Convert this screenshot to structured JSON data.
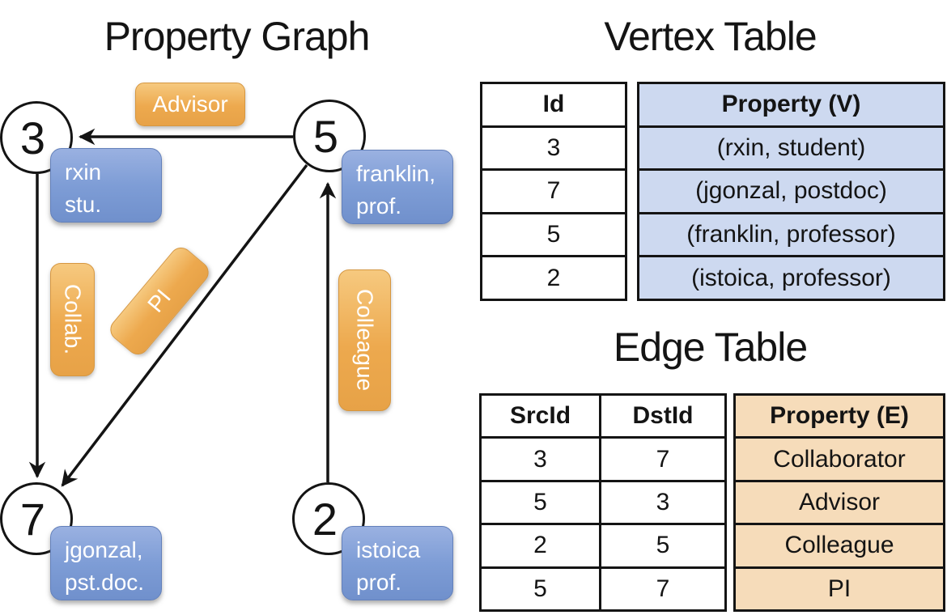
{
  "graph_panel": {
    "title": "Property Graph",
    "nodes": [
      {
        "id": "3",
        "label_lines": [
          "rxin",
          "stu."
        ]
      },
      {
        "id": "5",
        "label_lines": [
          "franklin,",
          "prof."
        ]
      },
      {
        "id": "7",
        "label_lines": [
          "jgonzal,",
          "pst.doc."
        ]
      },
      {
        "id": "2",
        "label_lines": [
          "istoica",
          "prof."
        ]
      }
    ],
    "edge_labels": {
      "advisor": "Advisor",
      "collab": "Collab.",
      "pi": "PI",
      "colleague": "Colleague"
    },
    "edges": [
      {
        "src": "5",
        "dst": "3",
        "label": "Advisor"
      },
      {
        "src": "3",
        "dst": "7",
        "label": "Collab."
      },
      {
        "src": "5",
        "dst": "7",
        "label": "PI"
      },
      {
        "src": "2",
        "dst": "5",
        "label": "Colleague"
      }
    ]
  },
  "vertex_table": {
    "title": "Vertex Table",
    "headers": {
      "id": "Id",
      "property": "Property (V)"
    },
    "rows": [
      {
        "id": "3",
        "property": "(rxin, student)"
      },
      {
        "id": "7",
        "property": "(jgonzal, postdoc)"
      },
      {
        "id": "5",
        "property": "(franklin, professor)"
      },
      {
        "id": "2",
        "property": "(istoica, professor)"
      }
    ]
  },
  "edge_table": {
    "title": "Edge Table",
    "headers": {
      "src": "SrcId",
      "dst": "DstId",
      "property": "Property (E)"
    },
    "rows": [
      {
        "src": "3",
        "dst": "7",
        "property": "Collaborator"
      },
      {
        "src": "5",
        "dst": "3",
        "property": "Advisor"
      },
      {
        "src": "2",
        "dst": "5",
        "property": "Colleague"
      },
      {
        "src": "5",
        "dst": "7",
        "property": "PI"
      }
    ]
  },
  "colors": {
    "vertex_property_fill": "#cdd9f0",
    "edge_property_fill": "#f6dcba",
    "node_box_blue": "#7e9dd6",
    "edge_pill_orange": "#eda94e",
    "line_black": "#141414"
  }
}
